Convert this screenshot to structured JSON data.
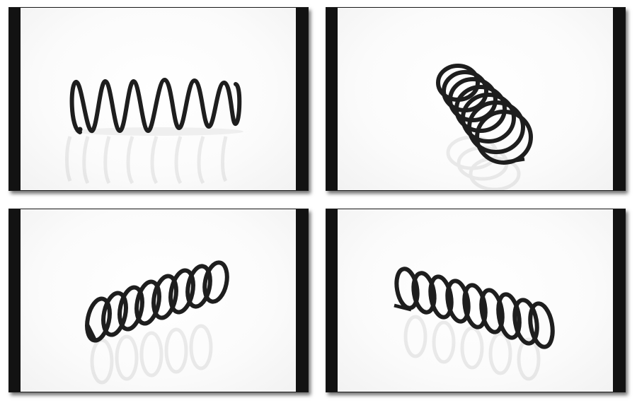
{
  "gallery": {
    "frame_color": "#121212",
    "background_color": "#ffffff",
    "spring_color": "#1e1e1e",
    "photos": [
      {
        "subject": "coil-spring",
        "view": "side"
      },
      {
        "subject": "coil-spring",
        "view": "end-angled"
      },
      {
        "subject": "coil-spring",
        "view": "diagonal"
      },
      {
        "subject": "coil-spring",
        "view": "three-quarter"
      }
    ]
  }
}
